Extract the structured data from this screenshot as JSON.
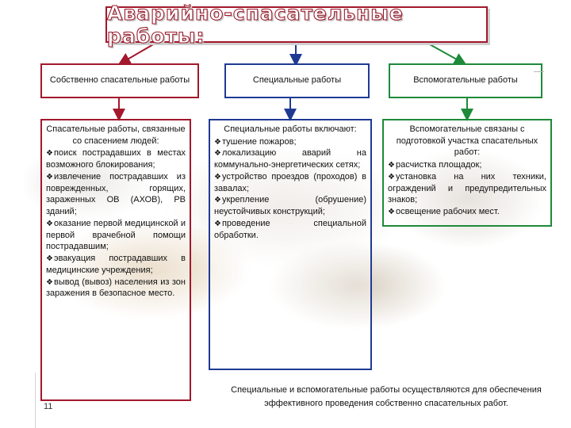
{
  "title": "Аварийно-спасательные работы:",
  "headers": [
    "Собственно спасательные работы",
    "Специальные работы",
    "Вспомогательные работы"
  ],
  "columns": [
    {
      "head": "Спасательные работы, связанные со спасением людей:",
      "items": [
        "поиск пострадавших в местах возможного блокирования;",
        "извлечение пострадавших из поврежденных, горящих, зараженных ОВ (АХОВ), РВ зданий;",
        "оказание первой медицинской и первой врачебной помощи пострадавшим;",
        "эвакуация пострадавших в медицинские учреждения;",
        "вывод (вывоз) населения из зон заражения в безопасное место."
      ]
    },
    {
      "head": "Специальные работы включают:",
      "items": [
        "тушение пожаров;",
        "локализацию аварий на коммунально-энергетических сетях;",
        "устройство проездов (проходов) в завалах;",
        "укрепление (обрушение) неустойчивых конструкций;",
        "проведение специальной обработки."
      ]
    },
    {
      "head": "Вспомогательные связаны с подготовкой участка спасательных работ:",
      "items": [
        "расчистка площадок;",
        "установка на них техники, ограждений и предупредительных знаков;",
        "освещение рабочих мест."
      ]
    }
  ],
  "bullet_glyph": "❖",
  "page_number": "11",
  "footer": "Специальные и вспомогательные работы осуществляются для обеспечения эффективного проведения собственно спасательных работ.",
  "colors": {
    "col1": "#a3182c",
    "col2": "#1f3a93",
    "col3": "#1e8a3a"
  }
}
